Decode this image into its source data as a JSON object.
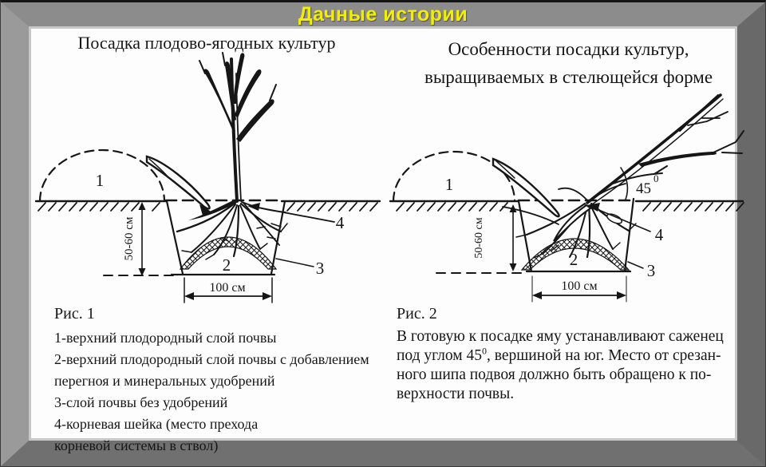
{
  "header": {
    "title": "Дачные истории"
  },
  "colors": {
    "accent_yellow": "#f2ee00",
    "frame_gray": "#8c8c8c",
    "paper_white": "#fdfdfd",
    "ink": "#161616"
  },
  "left_panel": {
    "title": "Посадка плодово-ягодных культур",
    "figure_label": "Рис. 1",
    "legend": [
      "1-верхний плодородный слой почвы",
      "2-верхний плодородный слой почвы с добавлением",
      "перегноя и минеральных удобрений",
      "3-слой почвы без удобрений",
      "4-корневая шейка (место прехода",
      "корневой системы в ствол)"
    ],
    "diagram": {
      "label_1": "1",
      "label_2": "2",
      "label_3": "3",
      "label_4": "4",
      "depth_label": "50-60 см",
      "width_label": "100 см"
    }
  },
  "right_panel": {
    "title_line1": "Особенности посадки культур,",
    "title_line2": "выращиваемых в стелющейся форме",
    "figure_label": "Рис. 2",
    "caption": {
      "line1": "В готовую к посадке яму устанавливают саженец",
      "line2_pre": "под углом 45",
      "line2_sup": "0",
      "line2_post": ", вершиной на юг. Место от срезан-",
      "line3": "ного шипа подвоя должно быть обращено к по-",
      "line4": "верхности почвы."
    },
    "diagram": {
      "label_1": "1",
      "label_2": "2",
      "label_3": "3",
      "label_4": "4",
      "depth_label": "50-60 см",
      "width_label": "100 см",
      "angle": "45",
      "angle_sup": "0"
    }
  }
}
